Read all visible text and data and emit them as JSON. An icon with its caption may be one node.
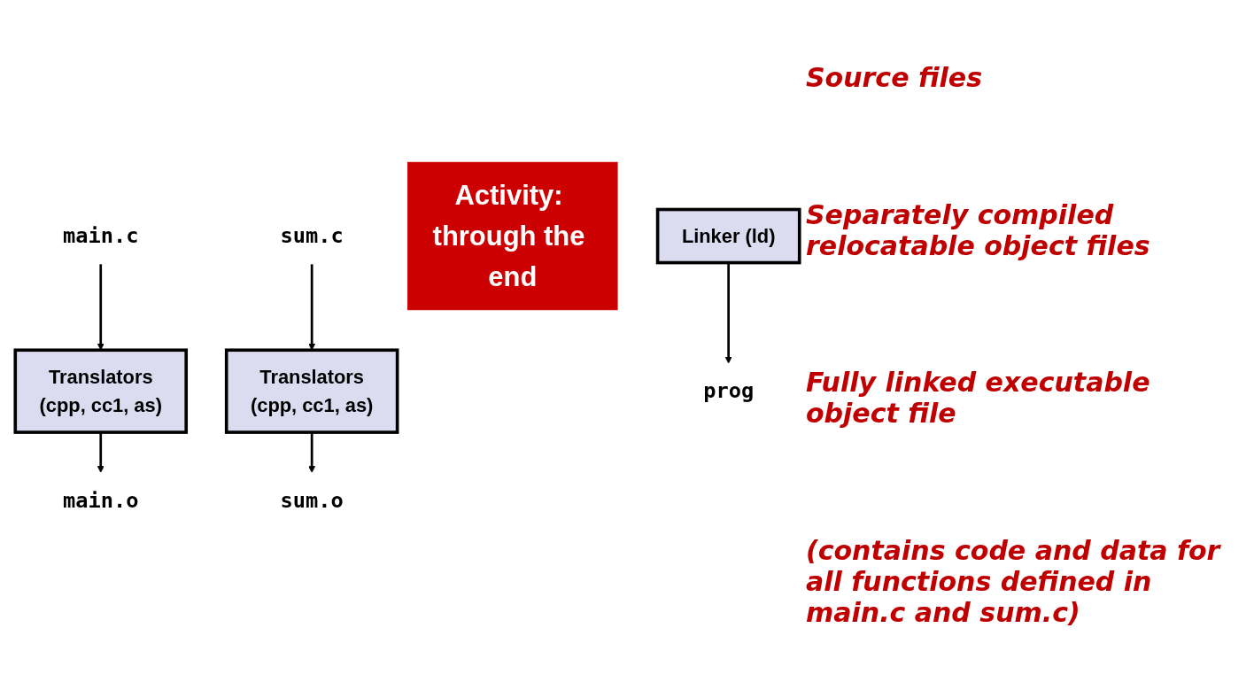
{
  "diagram": {
    "nodes": [
      {
        "text": [
          "main.c"
        ]
      },
      {
        "text": [
          "sum.c"
        ]
      },
      {
        "text": [
          "Translators",
          "(cpp, cc1, as)"
        ]
      },
      {
        "text": [
          "Translators",
          "(cpp, cc1, as)"
        ]
      },
      {
        "text": [
          "main.o"
        ]
      },
      {
        "text": [
          "sum.o"
        ]
      },
      {
        "text": [
          "Activity: through the end"
        ]
      },
      {
        "text": [
          "Linker (ld)"
        ]
      },
      {
        "text": [
          "prog"
        ]
      }
    ],
    "edges": [
      {
        "from": 0,
        "to": 2,
        "arrow": "to"
      },
      {
        "from": 1,
        "to": 3,
        "arrow": "to"
      },
      {
        "from": 2,
        "to": 4,
        "arrow": "to"
      },
      {
        "from": 3,
        "to": 5,
        "arrow": "to"
      },
      {
        "from": 7,
        "to": 8,
        "arrow": "to"
      }
    ],
    "labels": [
      "Source files",
      "Separately compiled relocatable object files",
      "Fully linked executable object file",
      "(contains code and data for all functions defined in main.c and sum.c)"
    ]
  }
}
